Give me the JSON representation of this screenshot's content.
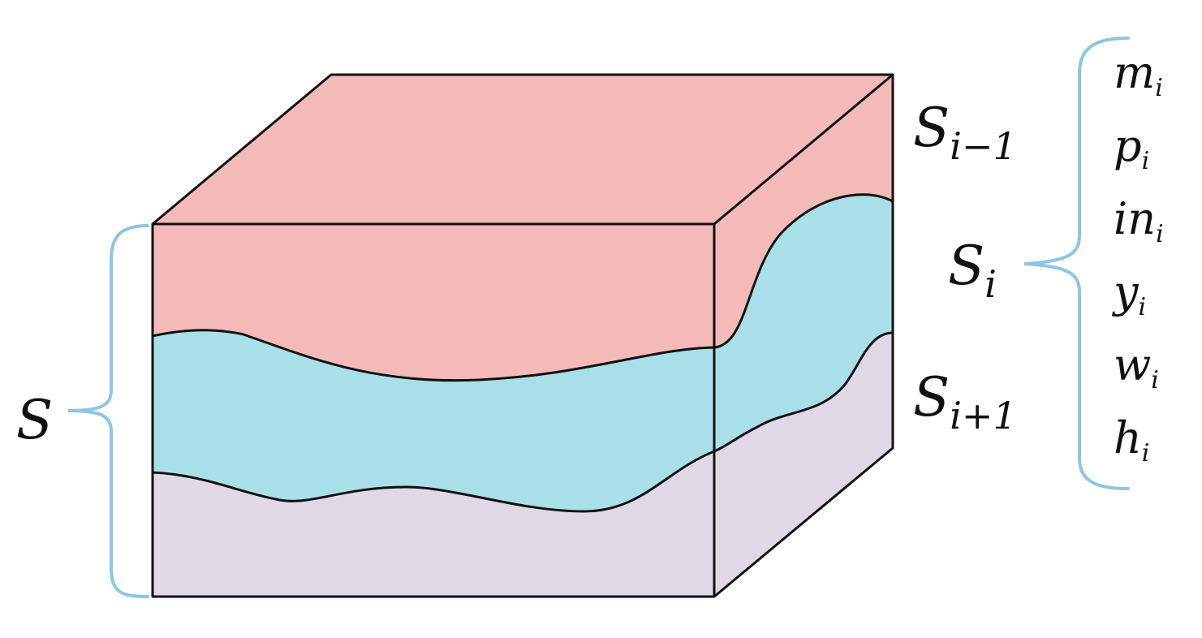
{
  "colors": {
    "top_layer": "#f4b9b9",
    "middle_layer": "#a8dfe9",
    "bottom_layer": "#e0d8e7",
    "outline": "#111111",
    "brace": "#8ec5e4",
    "text": "#111111"
  },
  "labels": {
    "total": "S",
    "layer_above": {
      "base": "S",
      "sub": "i−1"
    },
    "layer_current": {
      "base": "S",
      "sub": "i"
    },
    "layer_below": {
      "base": "S",
      "sub": "i+1"
    }
  },
  "attributes": [
    {
      "base": "m",
      "sub": "i"
    },
    {
      "base": "p",
      "sub": "i"
    },
    {
      "base": "in",
      "sub": "i"
    },
    {
      "base": "y",
      "sub": "i"
    },
    {
      "base": "w",
      "sub": "i"
    },
    {
      "base": "h",
      "sub": "i"
    }
  ]
}
